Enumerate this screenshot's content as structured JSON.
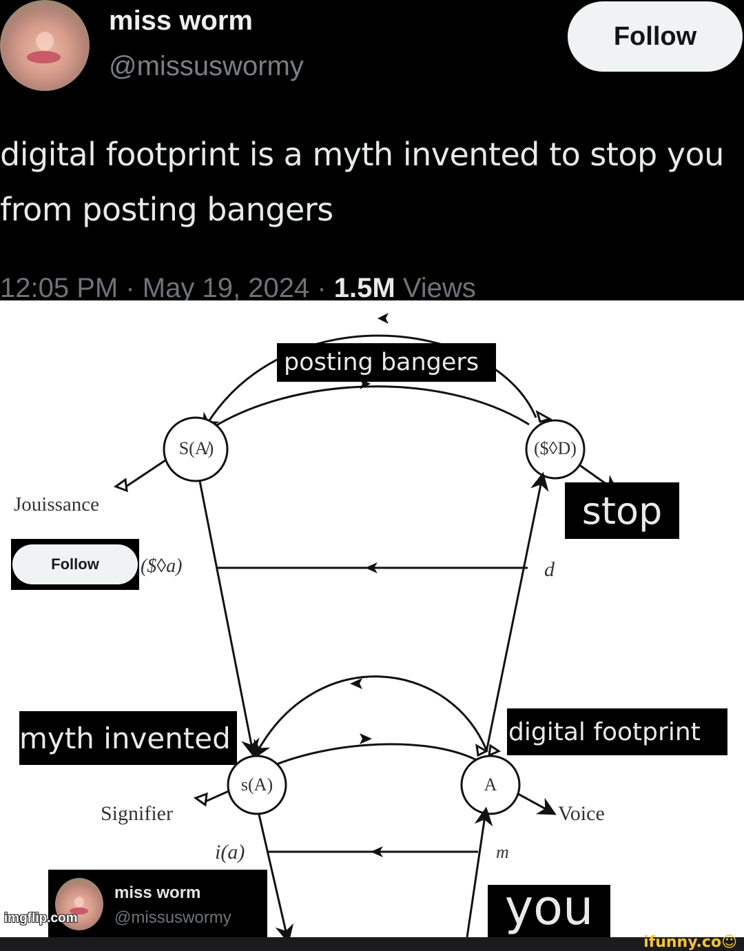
{
  "tweet": {
    "author": {
      "display_name": "miss worm",
      "handle": "@missuswormy"
    },
    "follow_label": "Follow",
    "text": "digital footprint is a myth invented to stop you from posting bangers",
    "meta": {
      "time": "12:05 PM",
      "separator": "·",
      "date": "May 19, 2024",
      "views_count": "1.5M",
      "views_label": "Views"
    }
  },
  "diagram": {
    "nodes": {
      "top_left": "S(A̸)",
      "top_right": "($◊D)",
      "bottom_left": "s(A)",
      "bottom_right": "A"
    },
    "labels": {
      "jouissance": "Jouissance",
      "fantasy": "($◊a)",
      "desire": "d",
      "signifier": "Signifier",
      "voice": "Voice",
      "ideal": "i(a)",
      "ego": "m"
    },
    "overlays": {
      "posting_bangers": "posting bangers",
      "stop": "stop",
      "myth_invented": "myth invented",
      "digital_footprint": "digital footprint",
      "you": "you"
    },
    "follow_label": "Follow",
    "mini_card": {
      "display_name": "miss worm",
      "handle": "@missuswormy"
    }
  },
  "watermarks": {
    "imgflip": "imgflip.com",
    "ifunny": "ifunny.co"
  },
  "colors": {
    "tweet_bg": "#000000",
    "follow_bg": "#eff3f4",
    "muted_text": "#71767b",
    "ifunny_yellow": "#f6c433",
    "footer_bg": "#1b1b1d"
  }
}
